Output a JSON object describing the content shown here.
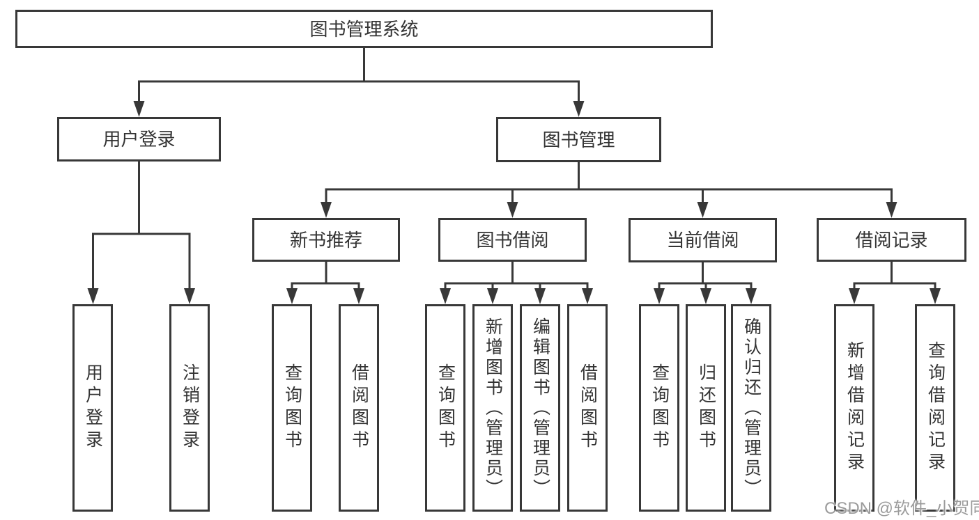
{
  "diagram": {
    "colors": {
      "line": "#383838",
      "box_background": "#ffffff",
      "text": "#333333",
      "watermark": "#9b9b9b"
    },
    "root": {
      "label": "图书管理系统"
    },
    "level2": {
      "user_login": {
        "label": "用户登录"
      },
      "book_mgmt": {
        "label": "图书管理"
      }
    },
    "level3": {
      "new_books": {
        "label": "新书推荐"
      },
      "book_borrow": {
        "label": "图书借阅"
      },
      "current_borrow": {
        "label": "当前借阅"
      },
      "borrow_records": {
        "label": "借阅记录"
      }
    },
    "leaves": {
      "login_user_login": {
        "label": "用户登录"
      },
      "login_logout": {
        "label": "注销登录"
      },
      "nb_query_books": {
        "label": "查询图书"
      },
      "nb_borrow_books": {
        "label": "借阅图书"
      },
      "bb_query_books": {
        "label": "查询图书"
      },
      "bb_add_books": {
        "label": "新增图书（管理员）"
      },
      "bb_edit_books": {
        "label": "编辑图书（管理员）"
      },
      "bb_borrow_books": {
        "label": "借阅图书"
      },
      "cb_query_books": {
        "label": "查询图书"
      },
      "cb_return_books": {
        "label": "归还图书"
      },
      "cb_confirm_return": {
        "label": "确认归还（管理员）"
      },
      "br_add_record": {
        "label": "新增借阅记录"
      },
      "br_query_record": {
        "label": "查询借阅记录"
      }
    }
  },
  "watermark": {
    "text": "CSDN @软件_小贺同学"
  }
}
